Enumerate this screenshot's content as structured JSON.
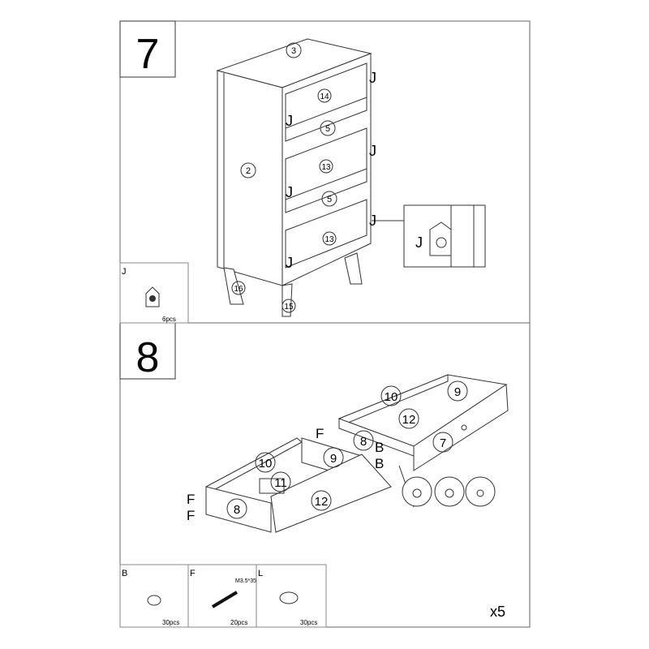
{
  "steps": [
    {
      "number": "7"
    },
    {
      "number": "8"
    }
  ],
  "step7": {
    "parts": {
      "top": "3",
      "side": "2",
      "drawer_front_a": "14",
      "drawer_front_b": "13",
      "drawer_front_c": "13",
      "rail_a": "5",
      "rail_b": "5",
      "leg_back": "16",
      "leg_front": "15"
    },
    "connector_label": "J",
    "detail_label": "J"
  },
  "step8": {
    "parts": {
      "back_open": "10",
      "side_open": "9",
      "bottom_open": "12",
      "side_left_open": "8",
      "back_inner": "11",
      "back_closed": "10",
      "side_closed": "9",
      "bottom_closed": "12",
      "side_left_closed": "8",
      "front_closed": "7"
    },
    "fastener_labels": {
      "f_top": "F",
      "f_left_1": "F",
      "f_left_2": "F",
      "b_1": "B",
      "b_2": "B"
    },
    "repeat": "x5"
  },
  "legend": [
    {
      "code": "J",
      "qty": "6pcs",
      "spec": "",
      "icon": "cam-lock-icon"
    },
    {
      "code": "B",
      "qty": "30pcs",
      "spec": "",
      "icon": "cam-nut-icon"
    },
    {
      "code": "F",
      "qty": "20pcs",
      "spec": "M3.5*35",
      "icon": "screw-icon"
    },
    {
      "code": "L",
      "qty": "30pcs",
      "spec": "",
      "icon": "cap-icon"
    }
  ]
}
